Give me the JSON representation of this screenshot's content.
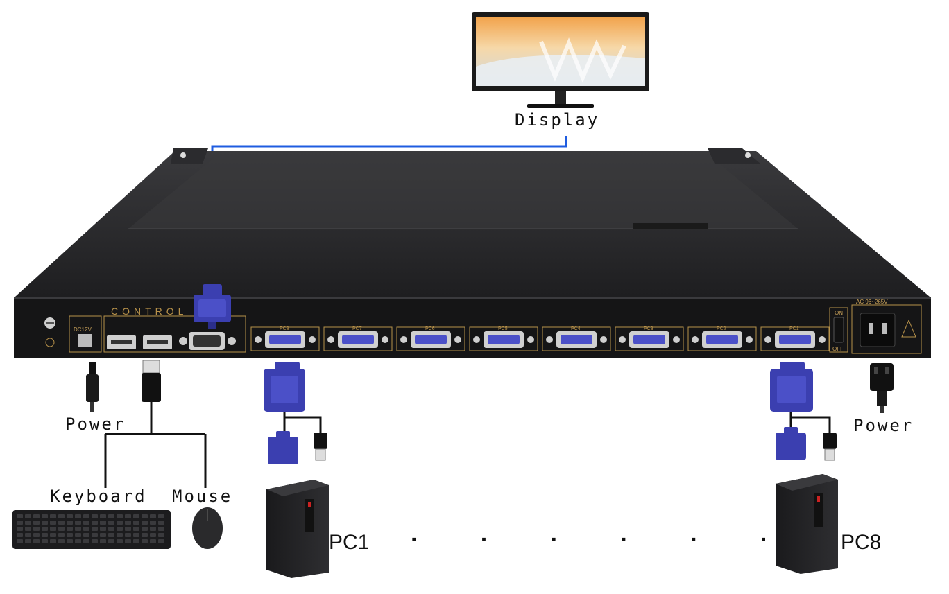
{
  "labels": {
    "display": "Display",
    "power_left": "Power",
    "power_right": "Power",
    "keyboard": "Keyboard",
    "mouse": "Mouse",
    "pc_first": "PC1",
    "pc_last": "PC8",
    "ellipsis": "· · · · · ·"
  },
  "panel": {
    "control": "CONTROL",
    "dc": "DC12V",
    "ac": "AC 96~265V",
    "on": "ON",
    "off": "OFF",
    "ports": [
      "PC8",
      "PC7",
      "PC6",
      "PC5",
      "PC4",
      "PC3",
      "PC2",
      "PC1"
    ]
  },
  "colors": {
    "cable_blue": "#1f5ce0",
    "vga_blue": "#3b3fb0",
    "chassis": "#2a2a2c",
    "gold": "#b8924a"
  }
}
